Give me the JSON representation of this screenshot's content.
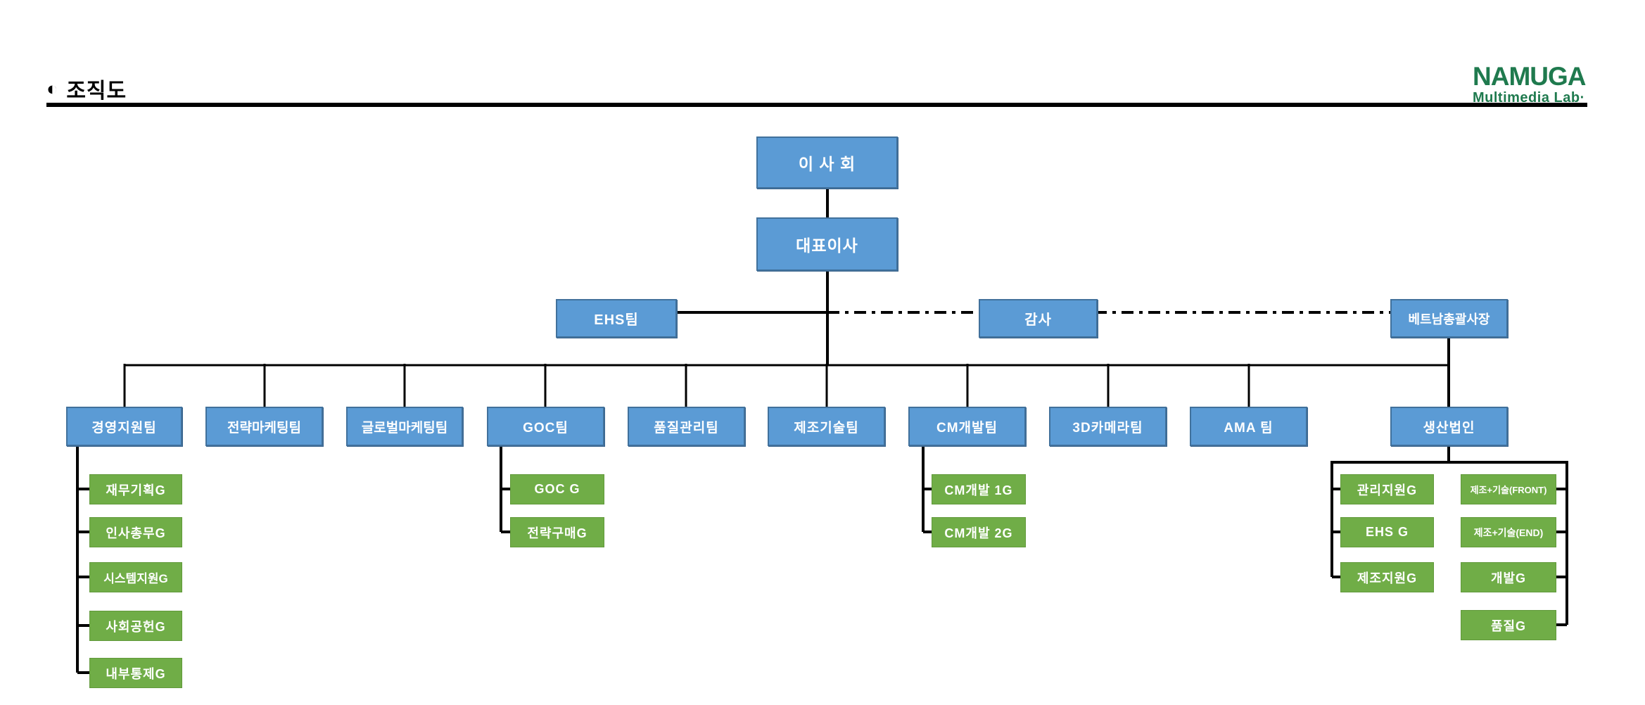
{
  "page": {
    "title": "조직도",
    "title_bullet": "◐"
  },
  "logo": {
    "name": "NAMUGA",
    "subtitle": "Multimedia Lab·"
  },
  "colors": {
    "blue_fill": "#5b9bd5",
    "blue_border": "#41719c",
    "green_fill": "#70ad47",
    "green_border": "#61993b",
    "line": "#000000",
    "logo_green": "#1f7a4e"
  },
  "org": {
    "board": "이 사 회",
    "ceo": "대표이사",
    "staff": [
      {
        "id": "ehs-team",
        "label": "EHS팀"
      },
      {
        "id": "audit",
        "label": "감사"
      },
      {
        "id": "vietnam-president",
        "label": "베트남총괄사장"
      }
    ],
    "departments": [
      "경영지원팀",
      "전략마케팅팀",
      "글로벌마케팅팀",
      "GOC팀",
      "품질관리팀",
      "제조기술팀",
      "CM개발팀",
      "3D카메라팀",
      "AMA 팀",
      "생산법인"
    ],
    "groups": {
      "mgmt_support": [
        "재무기획G",
        "인사총무G",
        "시스템지원G",
        "사회공헌G",
        "내부통제G"
      ],
      "goc": [
        "GOC G",
        "전략구매G"
      ],
      "cm_dev": [
        "CM개발 1G",
        "CM개발 2G"
      ],
      "production_left": [
        "관리지원G",
        "EHS G",
        "제조지원G"
      ],
      "production_right": [
        "제조+기술(FRONT)",
        "제조+기술(END)",
        "개발G",
        "품질G"
      ]
    }
  }
}
